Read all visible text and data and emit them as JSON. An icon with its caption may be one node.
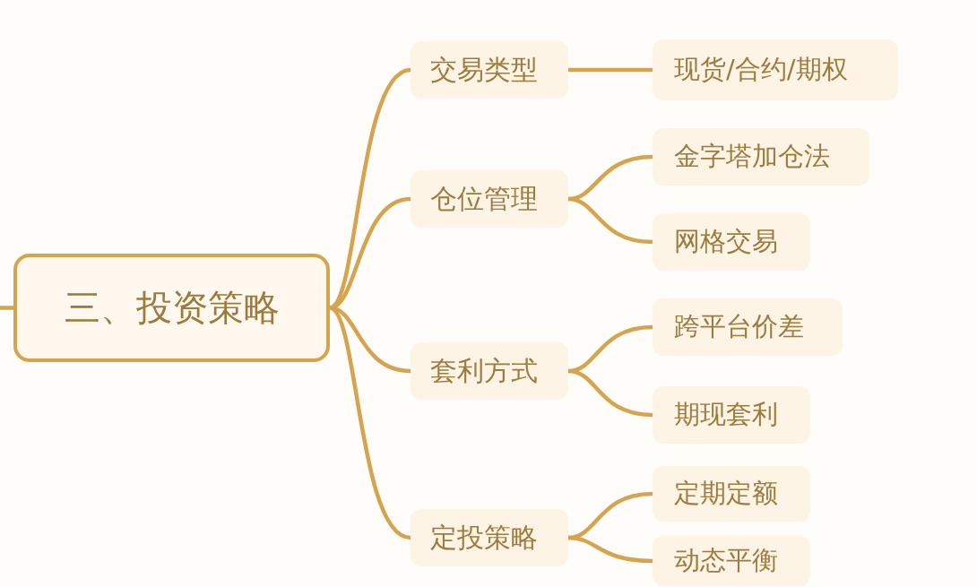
{
  "diagram": {
    "nodes": [
      {
        "text": [
          "三、投资策略"
        ]
      },
      {
        "text": [
          "交易类型"
        ]
      },
      {
        "text": [
          "现货/合约/期权"
        ]
      },
      {
        "text": [
          "仓位管理"
        ]
      },
      {
        "text": [
          "金字塔加仓法"
        ]
      },
      {
        "text": [
          "网格交易"
        ]
      },
      {
        "text": [
          "套利方式"
        ]
      },
      {
        "text": [
          "跨平台价差"
        ]
      },
      {
        "text": [
          "期现套利"
        ]
      },
      {
        "text": [
          "定投策略"
        ]
      },
      {
        "text": [
          "定期定额"
        ]
      },
      {
        "text": [
          "动态平衡"
        ]
      }
    ],
    "edges": [
      {
        "from": null,
        "to": 0,
        "arrow": "none"
      },
      {
        "from": 0,
        "to": 1,
        "arrow": "none"
      },
      {
        "from": 0,
        "to": 3,
        "arrow": "none"
      },
      {
        "from": 0,
        "to": 6,
        "arrow": "none"
      },
      {
        "from": 0,
        "to": 9,
        "arrow": "none"
      },
      {
        "from": 1,
        "to": 2,
        "arrow": "none"
      },
      {
        "from": 3,
        "to": 4,
        "arrow": "none"
      },
      {
        "from": 3,
        "to": 5,
        "arrow": "none"
      },
      {
        "from": 6,
        "to": 7,
        "arrow": "none"
      },
      {
        "from": 6,
        "to": 8,
        "arrow": "none"
      },
      {
        "from": 9,
        "to": 10,
        "arrow": "none"
      },
      {
        "from": 9,
        "to": 11,
        "arrow": "none"
      }
    ]
  }
}
